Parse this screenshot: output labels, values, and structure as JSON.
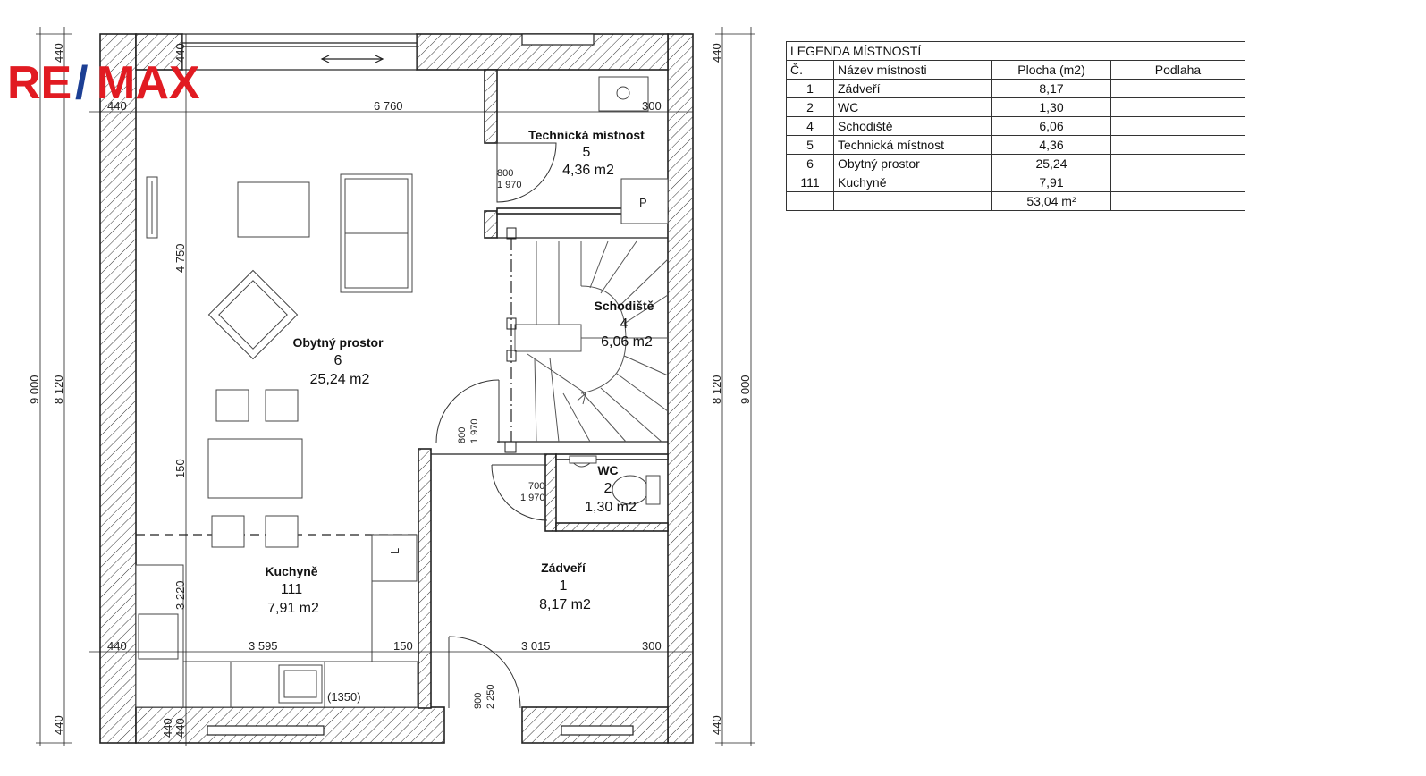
{
  "logo": {
    "part1": "RE",
    "slash": "/",
    "part2": "MAX"
  },
  "rooms": [
    {
      "key": "obytny",
      "name": "Obytný prostor",
      "number": "6",
      "area": "25,24 m2"
    },
    {
      "key": "technicka",
      "name": "Technická místnost",
      "number": "5",
      "area": "4,36 m2"
    },
    {
      "key": "schodiste",
      "name": "Schodiště",
      "number": "4",
      "area": "6,06 m2"
    },
    {
      "key": "wc",
      "name": "WC",
      "number": "2",
      "area": "1,30 m2"
    },
    {
      "key": "kuchyne",
      "name": "Kuchyně",
      "number": "111",
      "area": "7,91 m2"
    },
    {
      "key": "zadveri",
      "name": "Zádveří",
      "number": "1",
      "area": "8,17 m2"
    }
  ],
  "dimensions": {
    "top_left_440": "440",
    "top_width_6760": "6 760",
    "top_right_300": "300",
    "height_left_9000": "9 000",
    "height_left_8120": "8 120",
    "height_inner_4750": "4 750",
    "height_inner_150": "150",
    "height_inner_3220": "3 220",
    "bottom_left_440": "440",
    "bottom_width_3595": "3 595",
    "bottom_150": "150",
    "bottom_width_3015": "3 015",
    "bottom_right_300": "300",
    "right_8120": "8 120",
    "right_9000": "9 000",
    "right_top_440": "440",
    "right_bottom_440": "440",
    "left_top_440": "440",
    "left_bottom_440": "440",
    "bottom_440_a": "440",
    "bottom_440_b": "440",
    "top_440_wall": "440",
    "door_tech_w": "800",
    "door_tech_h": "1 970",
    "door_living_w": "800",
    "door_living_h": "1 970",
    "door_wc_w": "700",
    "door_wc_h": "1 970",
    "door_entry_w": "900",
    "door_entry_h": "2 250",
    "sink_note": "(1350)",
    "fridge_mark": "L",
    "boiler_mark": "P"
  },
  "legend": {
    "title": "LEGENDA MÍSTNOSTÍ",
    "headers": [
      "Č.",
      "Název místnosti",
      "Plocha (m2)",
      "Podlaha"
    ],
    "rows": [
      {
        "no": "1",
        "name": "Zádveří",
        "area": "8,17",
        "floor": ""
      },
      {
        "no": "2",
        "name": "WC",
        "area": "1,30",
        "floor": ""
      },
      {
        "no": "4",
        "name": "Schodiště",
        "area": "6,06",
        "floor": ""
      },
      {
        "no": "5",
        "name": "Technická místnost",
        "area": "4,36",
        "floor": ""
      },
      {
        "no": "6",
        "name": "Obytný prostor",
        "area": "25,24",
        "floor": ""
      },
      {
        "no": "111",
        "name": "Kuchyně",
        "area": "7,91",
        "floor": ""
      }
    ],
    "total": "53,04 m²"
  },
  "colors": {
    "brand_red": "#e11b22",
    "brand_blue": "#1c3f94",
    "line": "#222222"
  }
}
